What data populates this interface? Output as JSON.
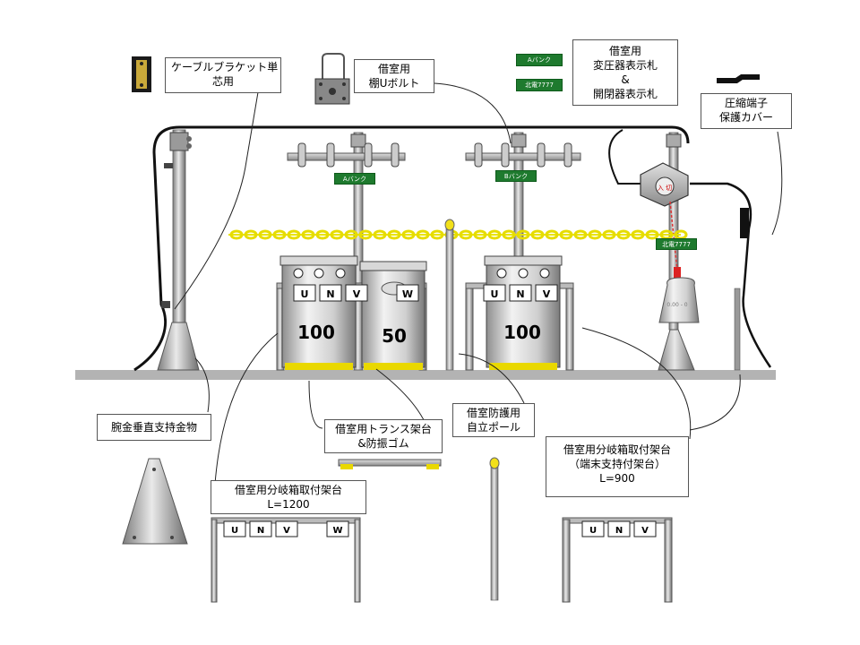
{
  "labels": {
    "cable_bracket": [
      "ケーブルブラケット単",
      "芯用"
    ],
    "shelf_u_bolt": [
      "借室用",
      "棚Uボルト"
    ],
    "display_tags": [
      "借室用",
      "変圧器表示札",
      "&",
      "開閉器表示札"
    ],
    "terminal_cover": [
      "圧縮端子",
      "保護カバー"
    ],
    "arm_vertical_support": "腕金垂直支持金物",
    "trans_stand": [
      "借室用トランス架台",
      "&防振ゴム"
    ],
    "protection_pole": [
      "借室防護用",
      "自立ポール"
    ],
    "branch_box_mount_1200": [
      "借室用分岐箱取付架台",
      "L=1200"
    ],
    "branch_box_mount_900": [
      "借室用分岐箱取付架台",
      "（端末支持付架台）",
      "L=900"
    ]
  },
  "tags": {
    "a_bank": "Aバンク",
    "b_bank": "Bバンク",
    "hokuden": "北電7777"
  },
  "transformers": [
    {
      "capacity": "100"
    },
    {
      "capacity": "50"
    },
    {
      "capacity": "100"
    }
  ],
  "phase_letters": [
    "U",
    "N",
    "V",
    "W"
  ],
  "switch_text": "入 切",
  "terminal_text": "0.00 - 0"
}
